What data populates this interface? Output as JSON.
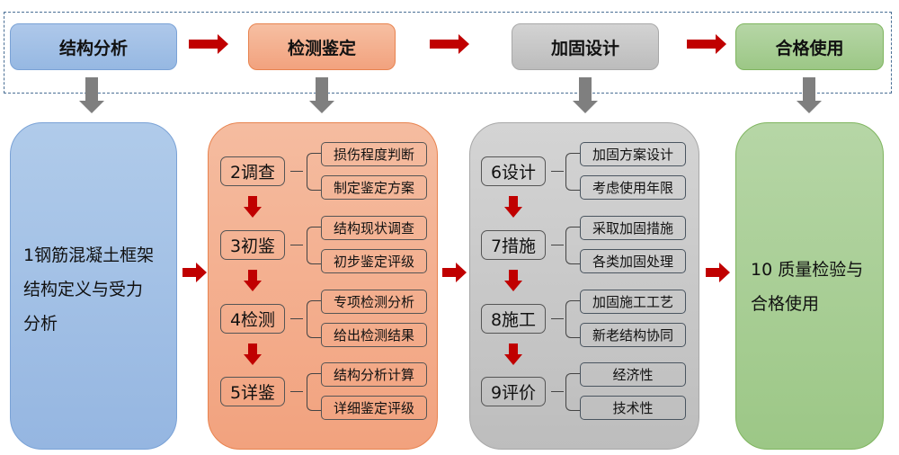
{
  "stages": [
    {
      "label": "结构分析",
      "color": "#9fbfe6"
    },
    {
      "label": "检测鉴定",
      "color": "#f4ae8c"
    },
    {
      "label": "加固设计",
      "color": "#c8c8c8"
    },
    {
      "label": "合格使用",
      "color": "#a8cd93"
    }
  ],
  "panels": {
    "analysis": {
      "text_lines": [
        "1钢筋混凝土框架",
        "结构定义与受力",
        "分析"
      ]
    },
    "inspection": {
      "steps": [
        {
          "label": "2调查",
          "items": [
            "损伤程度判断",
            "制定鉴定方案"
          ]
        },
        {
          "label": "3初鉴",
          "items": [
            "结构现状调查",
            "初步鉴定评级"
          ]
        },
        {
          "label": "4检测",
          "items": [
            "专项检测分析",
            "给出检测结果"
          ]
        },
        {
          "label": "5详鉴",
          "items": [
            "结构分析计算",
            "详细鉴定评级"
          ]
        }
      ]
    },
    "design": {
      "steps": [
        {
          "label": "6设计",
          "items": [
            "加固方案设计",
            "考虑使用年限"
          ]
        },
        {
          "label": "7措施",
          "items": [
            "采取加固措施",
            "各类加固处理"
          ]
        },
        {
          "label": "8施工",
          "items": [
            "加固施工工艺",
            "新老结构协同"
          ]
        },
        {
          "label": "9评价",
          "items": [
            "经济性",
            "技术性"
          ]
        }
      ]
    },
    "acceptance": {
      "text_lines": [
        "10 质量检验与",
        "合格使用"
      ]
    }
  },
  "colors": {
    "flow_arrow": "#c00000",
    "down_arrow": "#7f7f7f",
    "frame_dash": "#4a6f95"
  }
}
